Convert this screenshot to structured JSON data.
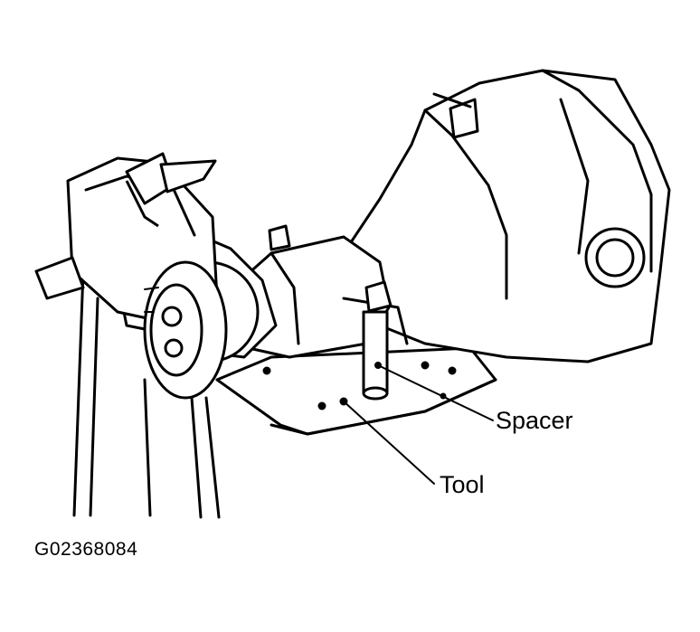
{
  "figure": {
    "callouts": {
      "spacer": "Spacer",
      "tool": "Tool"
    },
    "figure_id": "G02368084"
  }
}
